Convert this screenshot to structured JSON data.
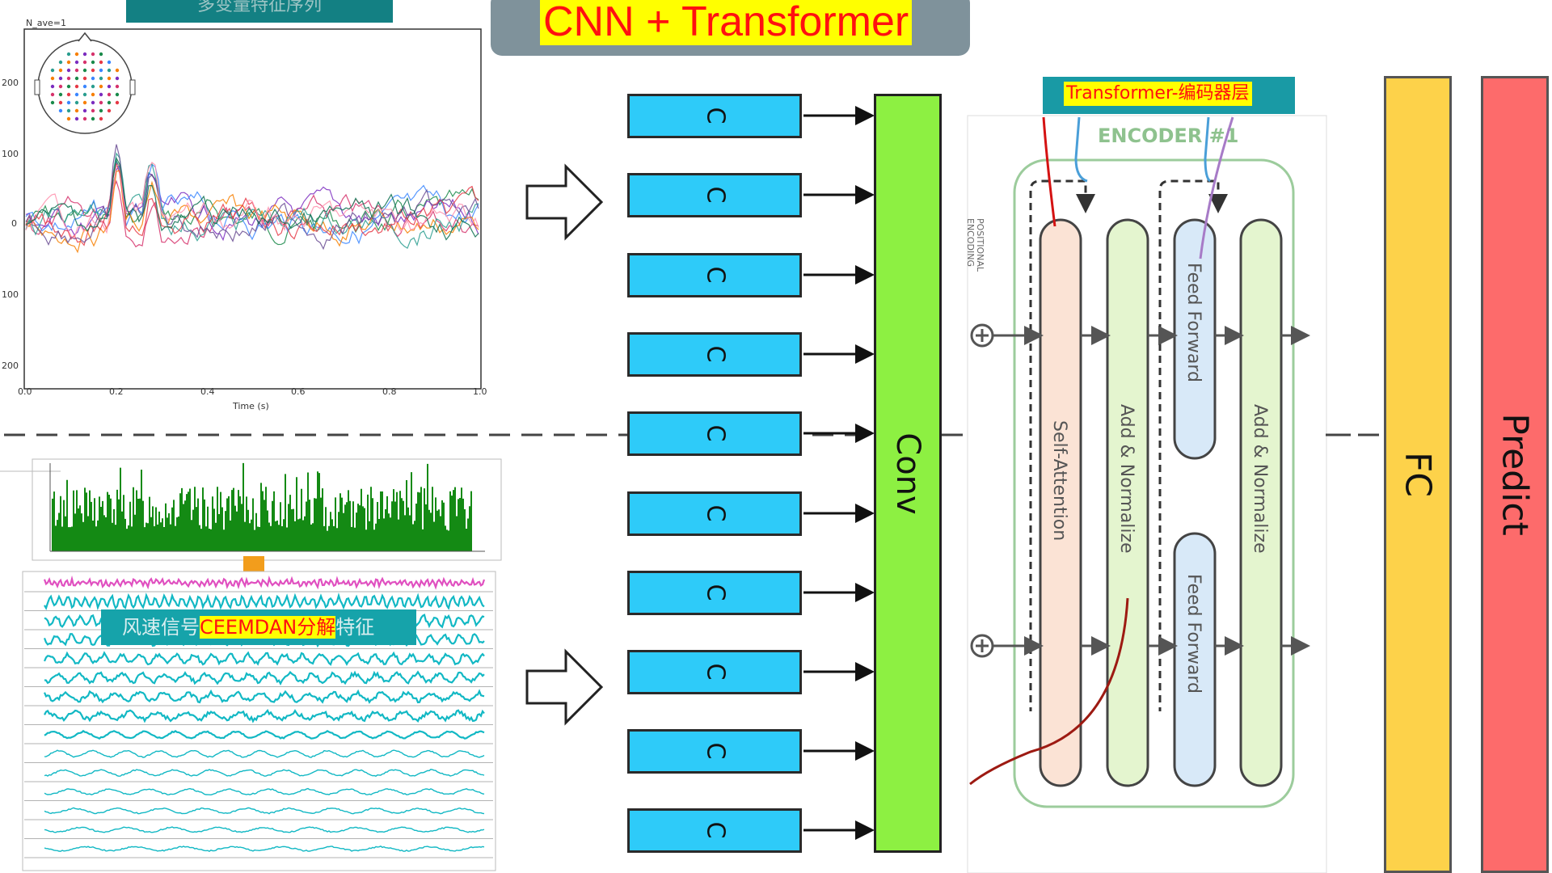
{
  "title": "CNN + Transformer",
  "top_left_label": "多变量特征序列",
  "eeg_plot": {
    "nave_label": "N_ave=1",
    "y_ticks": [
      "200",
      "100",
      "0",
      "100",
      "200"
    ],
    "x_ticks": [
      "0.0",
      "0.2",
      "0.4",
      "0.6",
      "0.8",
      "1.0"
    ],
    "xlabel": "Time (s)"
  },
  "ceemdan_label": {
    "prefix": "风速信号",
    "highlight": "CEEMDAN分解",
    "suffix": "特征"
  },
  "c_blocks": [
    "C",
    "C",
    "C",
    "C",
    "C",
    "C",
    "C",
    "C",
    "C",
    "C"
  ],
  "conv_label": "Conv",
  "transformer_label": "Transformer-编码器层",
  "encoder": {
    "title": "ENCODER #1",
    "positional_encoding": "POSITIONAL\nENCODING",
    "self_attention": "Self-Attention",
    "add_norm_1": "Add & Normalize",
    "feed_forward_1": "Feed Forward",
    "feed_forward_2": "Feed Forward",
    "add_norm_2": "Add & Normalize"
  },
  "fc_label": "FC",
  "predict_label": "Predict",
  "colors": {
    "c_block": "#2ecbf9",
    "conv": "#8df042",
    "fc": "#fdd24a",
    "predict": "#fd6b6b",
    "title_bar": "#7f929b",
    "label_teal": "#138083",
    "highlight_bg": "#ffff00",
    "highlight_text": "#ff1010",
    "self_attention": "#fbe3d5",
    "add_norm": "#e4f5cf",
    "feed_forward": "#d8e9f8",
    "encoder_border": "#93c193"
  }
}
